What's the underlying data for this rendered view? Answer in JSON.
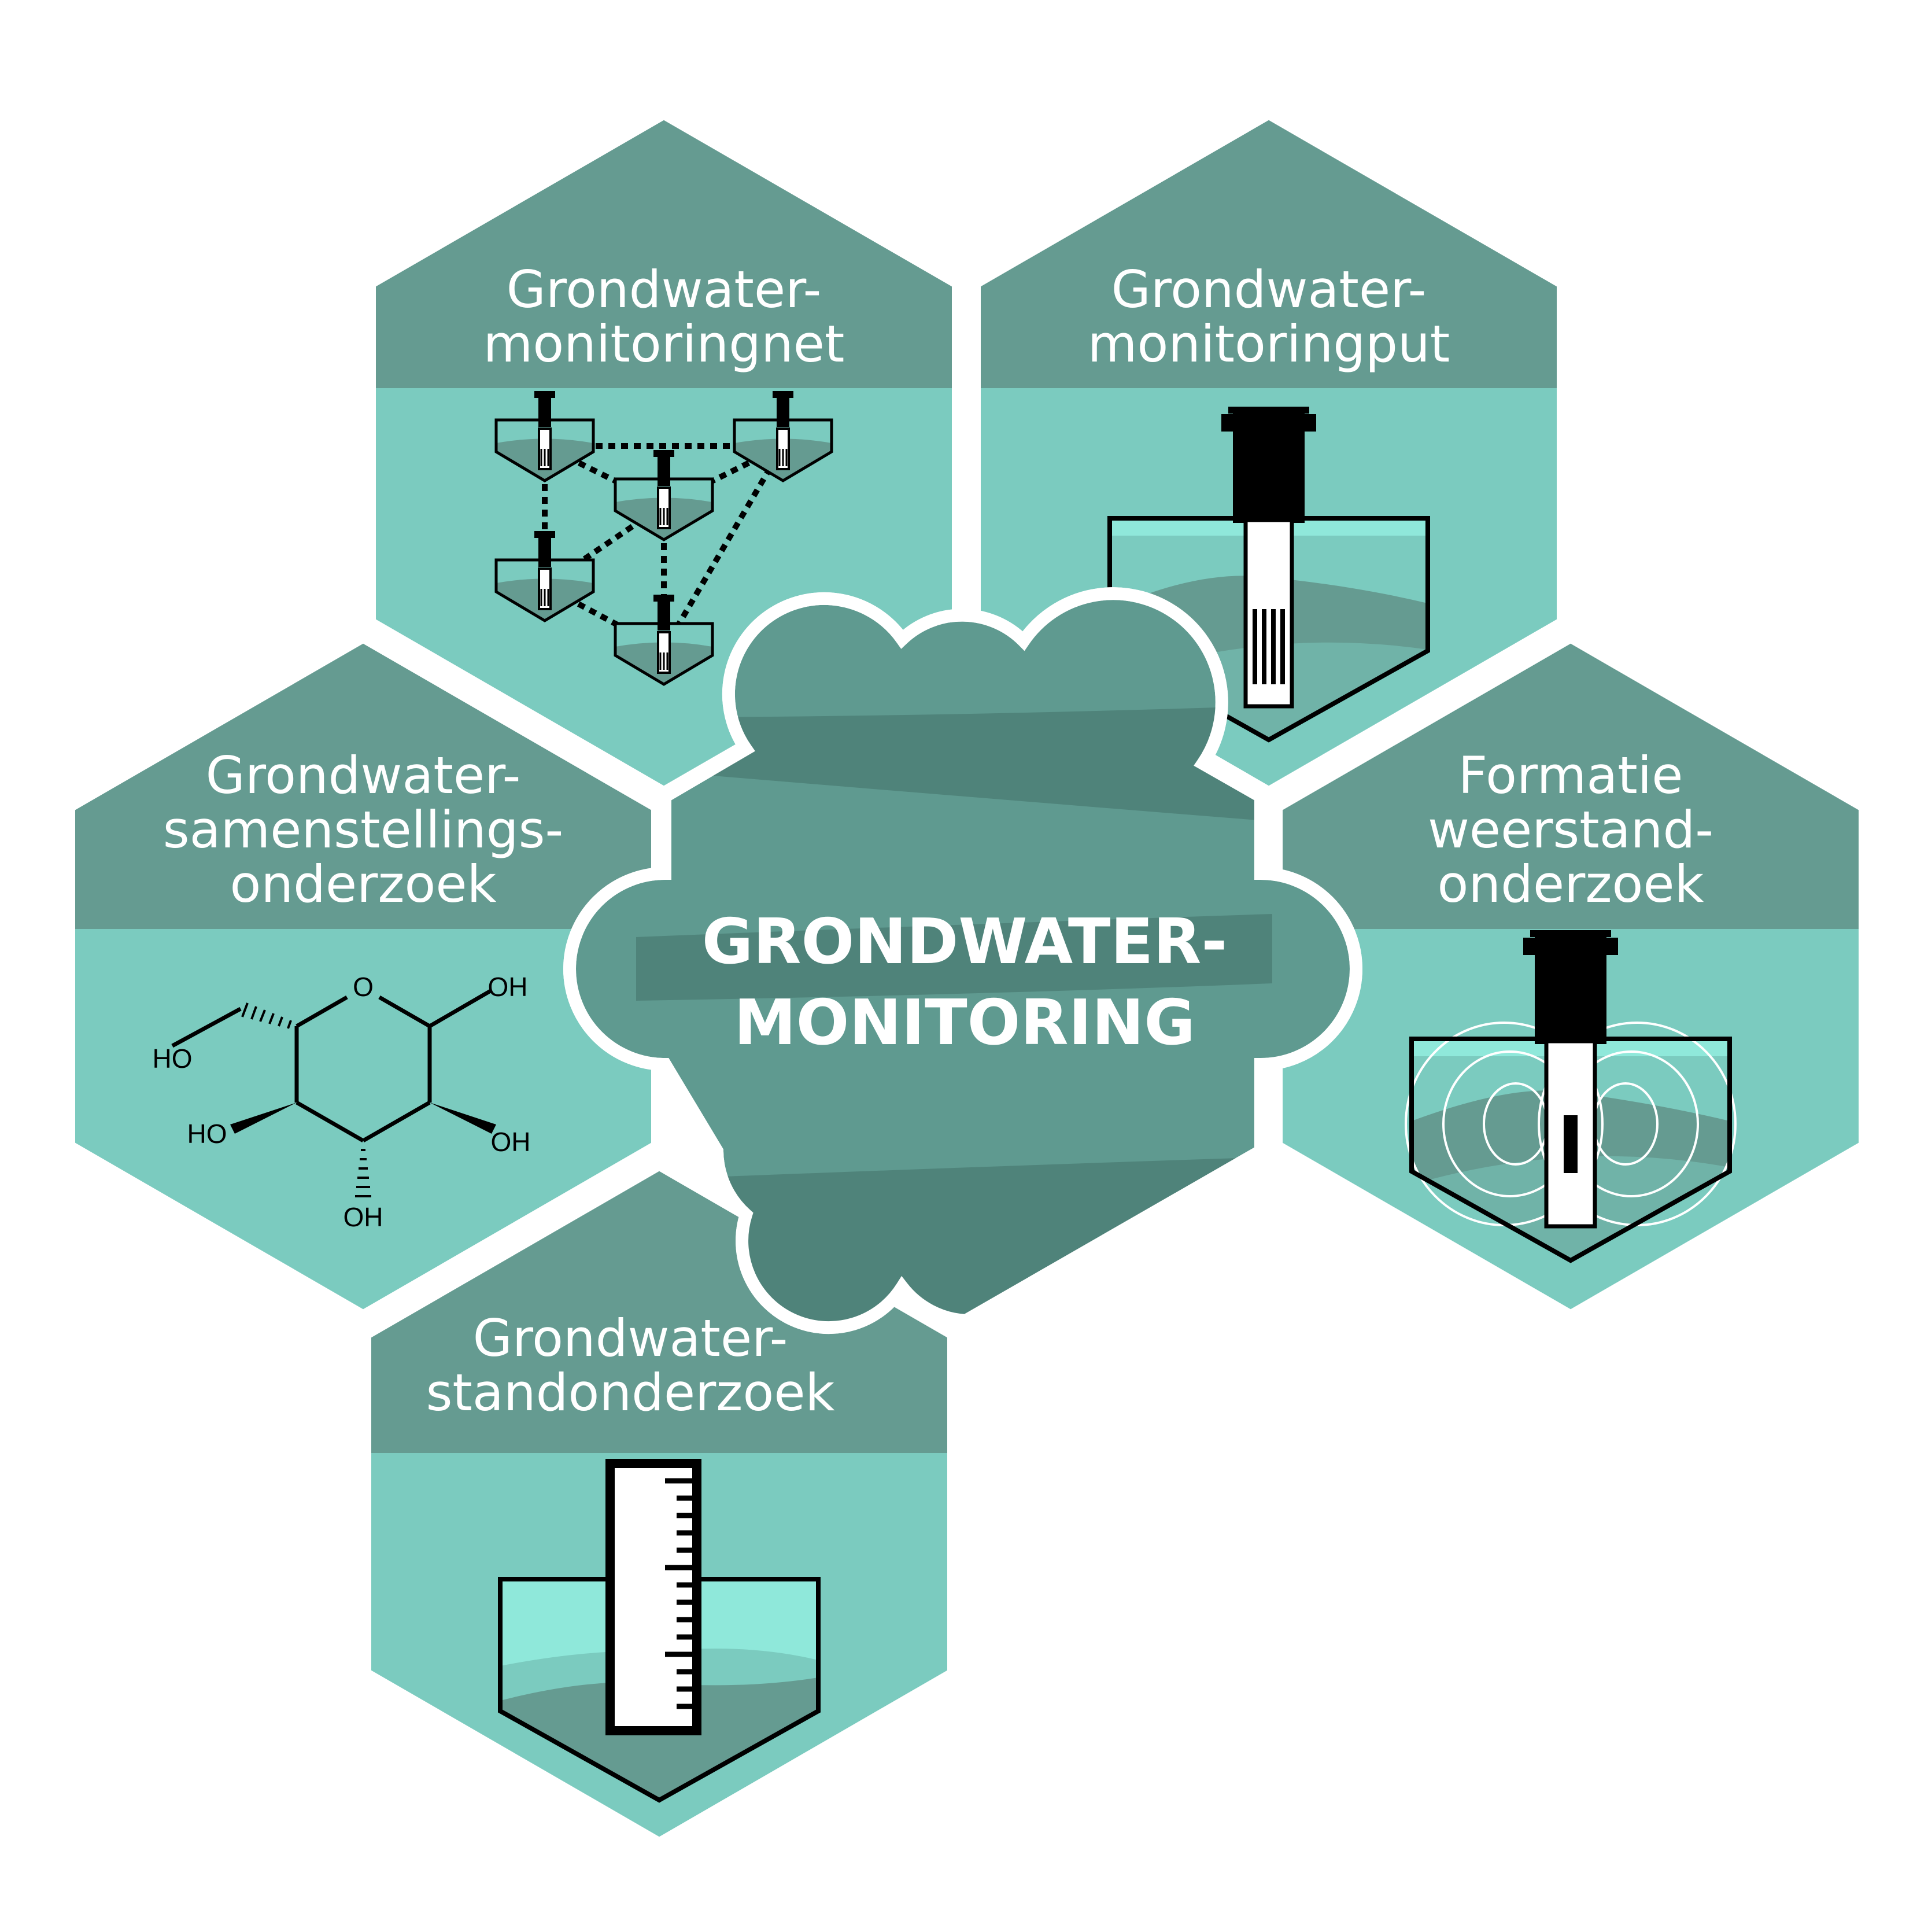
{
  "colors": {
    "hex_top": "#659b91",
    "hex_bottom": "#7bcbbf",
    "center_dark": "#4f837a",
    "center_mid": "#5f9a90",
    "water_light": "#8fe8da",
    "outline": "#ffffff",
    "ink": "#000000"
  },
  "center": {
    "line1": "GRONDWATER-",
    "line2": "MONITORING"
  },
  "hexes": {
    "net": {
      "line1": "Grondwater-",
      "line2": "monitoringnet",
      "icon": "well-network-icon"
    },
    "put": {
      "line1": "Grondwater-",
      "line2": "monitoringput",
      "icon": "monitoring-well-icon"
    },
    "samenstelling": {
      "line1": "Grondwater-",
      "line2": "samenstellings-",
      "line3": "onderzoek",
      "icon": "glucose-molecule-icon"
    },
    "formatie": {
      "line1": "Formatie",
      "line2": "weerstand-",
      "line3": "onderzoek",
      "icon": "resistance-field-icon"
    },
    "stand": {
      "line1": "Grondwater-",
      "line2": "standonderzoek",
      "icon": "water-level-gauge-icon"
    }
  },
  "molecule": {
    "o_ring": "O",
    "oh_top_right": "OH",
    "ho_left": "HO",
    "ho_bottom_left": "HO",
    "oh_bottom_right": "OH",
    "oh_bottom": "OH"
  }
}
